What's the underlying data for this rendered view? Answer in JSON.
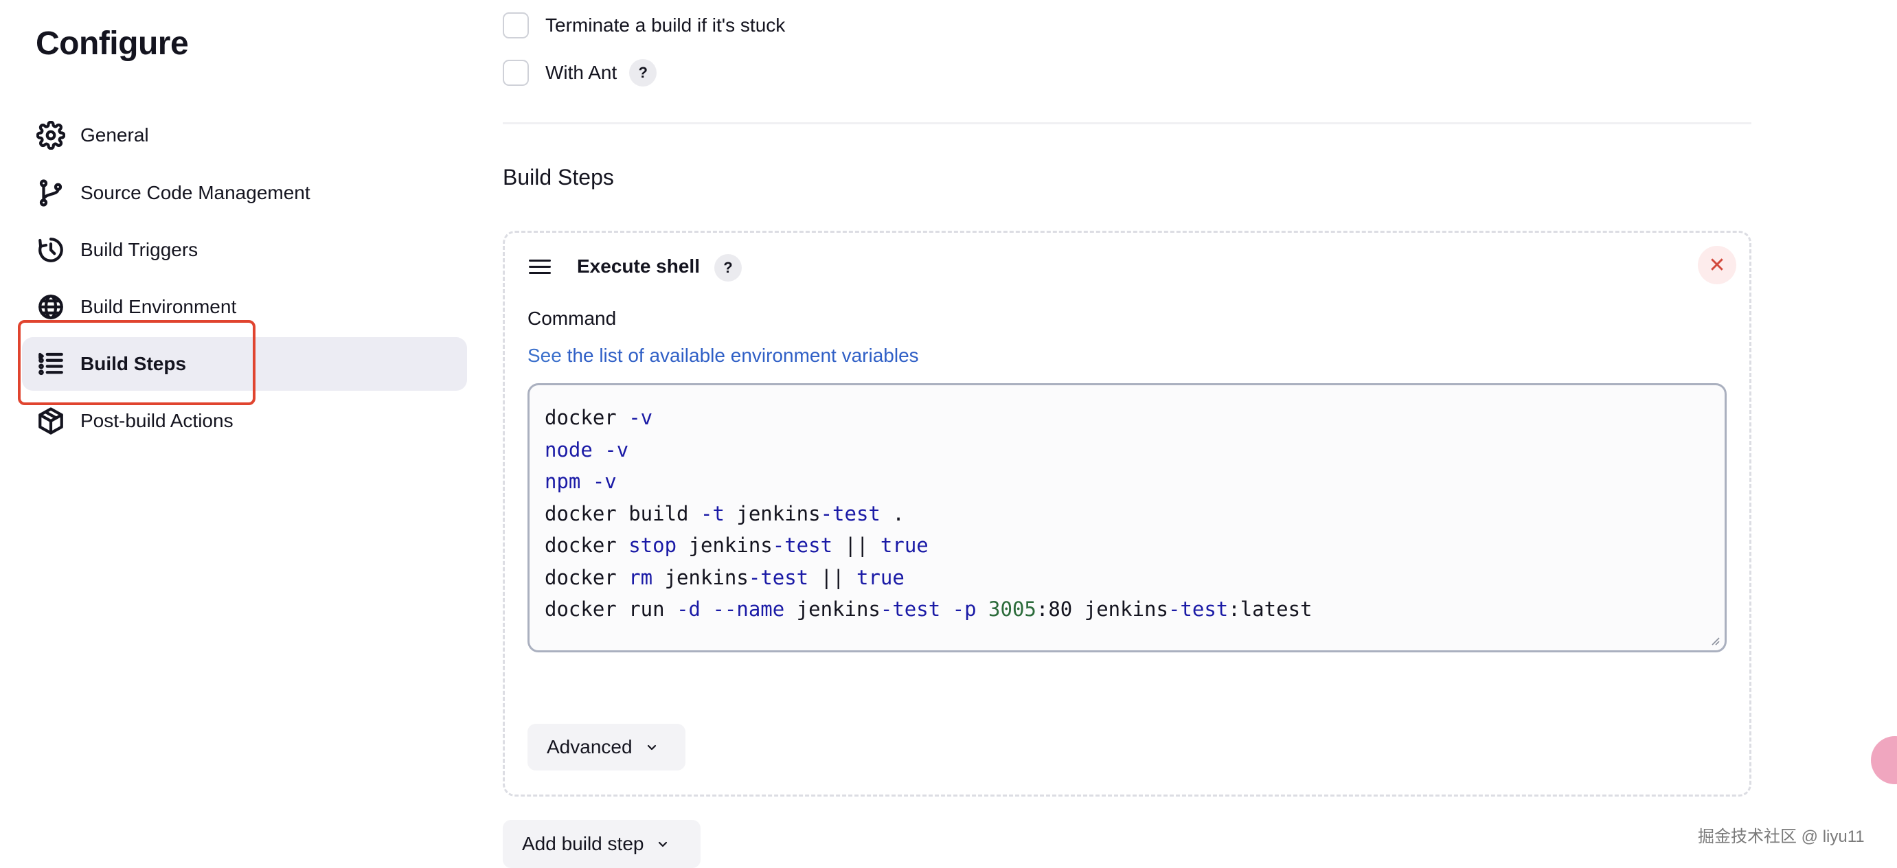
{
  "sidebar": {
    "title": "Configure",
    "items": [
      {
        "label": "General",
        "icon": "gear-icon",
        "active": false
      },
      {
        "label": "Source Code Management",
        "icon": "branch-icon",
        "active": false
      },
      {
        "label": "Build Triggers",
        "icon": "clock-icon",
        "active": false
      },
      {
        "label": "Build Environment",
        "icon": "globe-icon",
        "active": false
      },
      {
        "label": "Build Steps",
        "icon": "list-icon",
        "active": true
      },
      {
        "label": "Post-build Actions",
        "icon": "package-icon",
        "active": false
      }
    ]
  },
  "options": {
    "terminate_stuck": {
      "label": "Terminate a build if it's stuck",
      "checked": false
    },
    "with_ant": {
      "label": "With Ant",
      "checked": false,
      "help": "?"
    }
  },
  "build_steps": {
    "heading": "Build Steps",
    "step": {
      "title": "Execute shell",
      "help": "?",
      "remove_icon": "close-icon",
      "command_label": "Command",
      "env_hint_prefix": "See ",
      "env_hint_link": "the list of available environment variables",
      "command_lines": [
        "docker -v",
        "node -v",
        "npm -v",
        "docker build -t jenkins-test .",
        "docker stop jenkins-test || true",
        "docker rm jenkins-test || true",
        "docker run -d --name jenkins-test -p 3005:80 jenkins-test:latest"
      ],
      "advanced_label": "Advanced"
    },
    "add_step_label": "Add build step"
  },
  "watermark": "掘金技术社区 @ liyu11",
  "colors": {
    "highlight": "#e0442f",
    "link": "#2f5fc6",
    "active_nav_bg": "#ececf3",
    "keyword": "#1a1aa6",
    "number": "#2b6b3a"
  }
}
